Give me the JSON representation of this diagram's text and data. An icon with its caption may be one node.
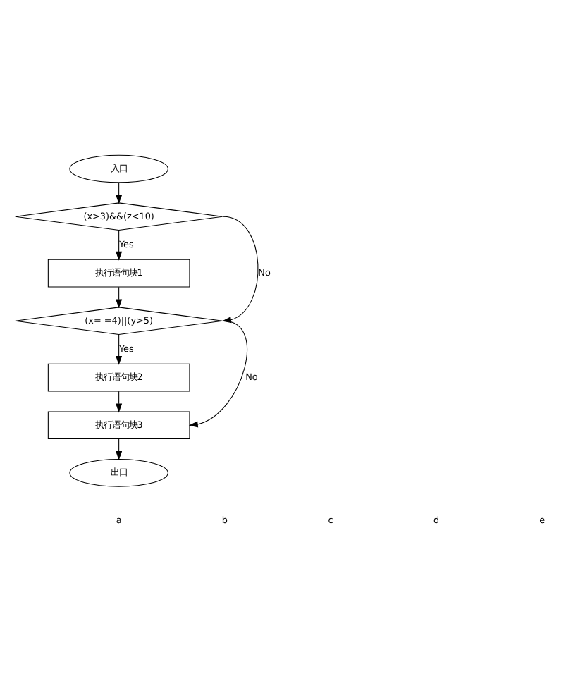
{
  "diagram": {
    "nodes": [
      {
        "text": [
          "入口"
        ]
      },
      {
        "text": [
          "(x>3)&&(z<10)"
        ]
      },
      {
        "text": [
          "执行语句块1"
        ]
      },
      {
        "text": [
          "(x= =4)||(y>5)"
        ]
      },
      {
        "text": [
          "执行语句块2"
        ]
      },
      {
        "text": [
          "执行语句块3"
        ]
      },
      {
        "text": [
          "出口"
        ]
      }
    ],
    "edges": [
      {
        "from": 0,
        "to": 1,
        "arrow": "to"
      },
      {
        "from": 1,
        "to": 2,
        "arrow": "to",
        "label": "Yes"
      },
      {
        "from": 1,
        "to": 3,
        "arrow": "to",
        "label": "No"
      },
      {
        "from": 2,
        "to": 3,
        "arrow": "to"
      },
      {
        "from": 3,
        "to": 4,
        "arrow": "to",
        "label": "Yes"
      },
      {
        "from": 3,
        "to": 5,
        "arrow": "to",
        "label": "No"
      },
      {
        "from": 4,
        "to": 5,
        "arrow": "to"
      },
      {
        "from": 5,
        "to": 6,
        "arrow": "to"
      }
    ],
    "labels": [
      "a",
      "b",
      "c",
      "d",
      "e"
    ]
  }
}
